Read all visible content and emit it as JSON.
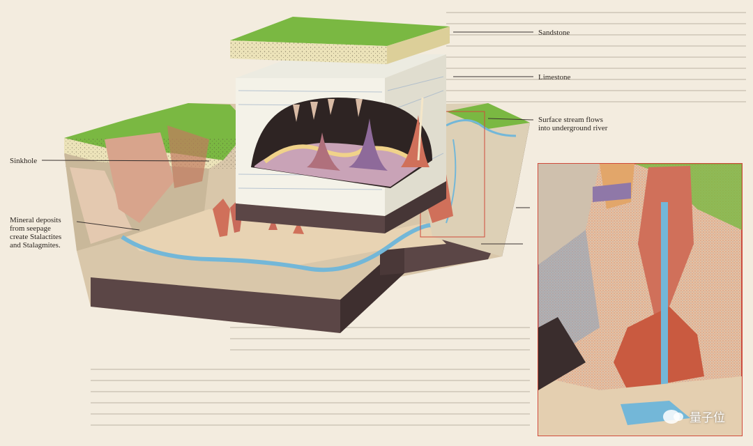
{
  "labels": {
    "sandstone": "Sandstone",
    "limestone": "Limestone",
    "surface_stream": [
      "Surface stream flows",
      "into underground river"
    ],
    "sinkhole": "Sinkhole",
    "mineral": [
      "Mineral deposits",
      "from seepage",
      "create Stalactites",
      "and Stalagmites."
    ]
  },
  "watermark": "量子位",
  "colors": {
    "background": "#f3ecdf",
    "grass": "#7ab842",
    "sandstone": "#ece3b9",
    "limestone": "#ecebe1",
    "cave": "#c9a3b7",
    "water": "#73b7d8",
    "deposit": "#d0705a",
    "bedrock": "#5b4646"
  }
}
